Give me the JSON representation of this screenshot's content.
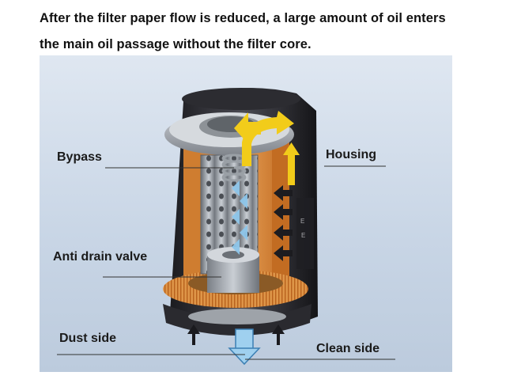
{
  "caption": {
    "line1": "After the filter paper flow is reduced, a large amount of oil enters",
    "line2": "the main oil passage without the filter core."
  },
  "labels": {
    "bypass": "Bypass",
    "housing": "Housing",
    "anti_drain_valve": "Anti drain valve",
    "dust_side": "Dust side",
    "clean_side": "Clean side"
  },
  "colors": {
    "housing": "#2a2a2e",
    "filter_paper": "#d98a3a",
    "yellow_arrow": "#f2cc1a",
    "blue_arrow": "#8ec6ea",
    "background": "#cfdae8"
  }
}
